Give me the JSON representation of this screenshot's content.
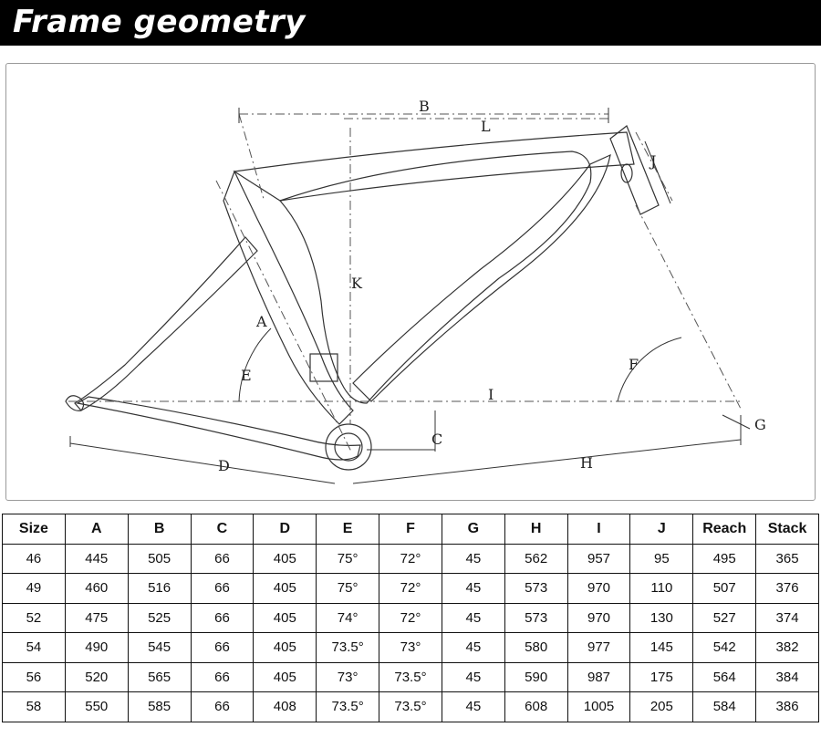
{
  "title": "Frame geometry",
  "diagram": {
    "labels": {
      "A": "A",
      "B": "B",
      "C": "C",
      "D": "D",
      "E": "E",
      "F": "F",
      "G": "G",
      "H": "H",
      "I": "I",
      "J": "J",
      "K": "K",
      "L": "L"
    }
  },
  "table": {
    "headers": [
      "Size",
      "A",
      "B",
      "C",
      "D",
      "E",
      "F",
      "G",
      "H",
      "I",
      "J",
      "Reach",
      "Stack"
    ],
    "rows": [
      [
        "46",
        "445",
        "505",
        "66",
        "405",
        "75°",
        "72°",
        "45",
        "562",
        "957",
        "95",
        "495",
        "365"
      ],
      [
        "49",
        "460",
        "516",
        "66",
        "405",
        "75°",
        "72°",
        "45",
        "573",
        "970",
        "110",
        "507",
        "376"
      ],
      [
        "52",
        "475",
        "525",
        "66",
        "405",
        "74°",
        "72°",
        "45",
        "573",
        "970",
        "130",
        "527",
        "374"
      ],
      [
        "54",
        "490",
        "545",
        "66",
        "405",
        "73.5°",
        "73°",
        "45",
        "580",
        "977",
        "145",
        "542",
        "382"
      ],
      [
        "56",
        "520",
        "565",
        "66",
        "405",
        "73°",
        "73.5°",
        "45",
        "590",
        "987",
        "175",
        "564",
        "384"
      ],
      [
        "58",
        "550",
        "585",
        "66",
        "408",
        "73.5°",
        "73.5°",
        "45",
        "608",
        "1005",
        "205",
        "584",
        "386"
      ]
    ]
  }
}
